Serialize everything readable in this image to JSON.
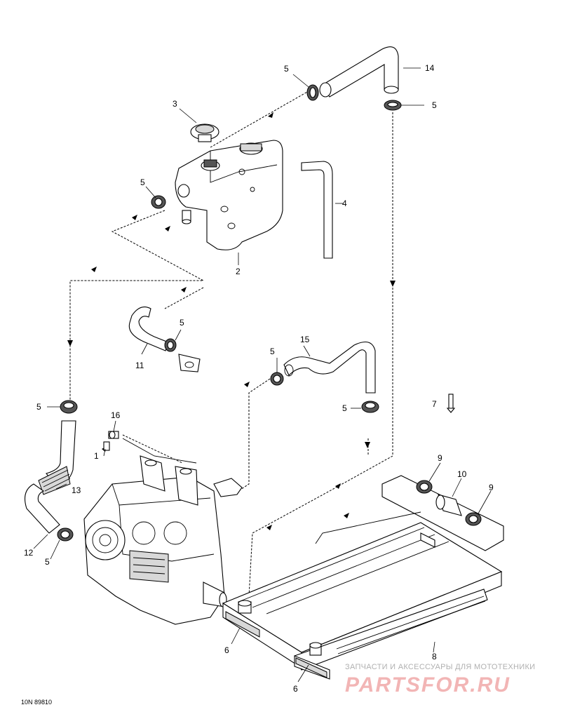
{
  "callouts": {
    "c1": "1",
    "c2": "2",
    "c3": "3",
    "c4": "4",
    "c5a": "5",
    "c5b": "5",
    "c5c": "5",
    "c5d": "5",
    "c5e": "5",
    "c5f": "5",
    "c5g": "5",
    "c5h": "5",
    "c6a": "6",
    "c6b": "6",
    "c7": "7",
    "c8": "8",
    "c9a": "9",
    "c9b": "9",
    "c10": "10",
    "c11": "11",
    "c12": "12",
    "c13": "13",
    "c14": "14",
    "c15": "15",
    "c16": "16"
  },
  "drawing_code": "10N 89810",
  "watermark": {
    "tagline": "ЗАПЧАСТИ И АКСЕССУАРЫ ДЛЯ МОТОТЕХНИКИ",
    "brand": "PARTSFOR.RU"
  },
  "colors": {
    "line": "#000000",
    "background": "#ffffff",
    "watermark_brand": "#f2b5b5",
    "watermark_text": "#b0b0b0"
  }
}
